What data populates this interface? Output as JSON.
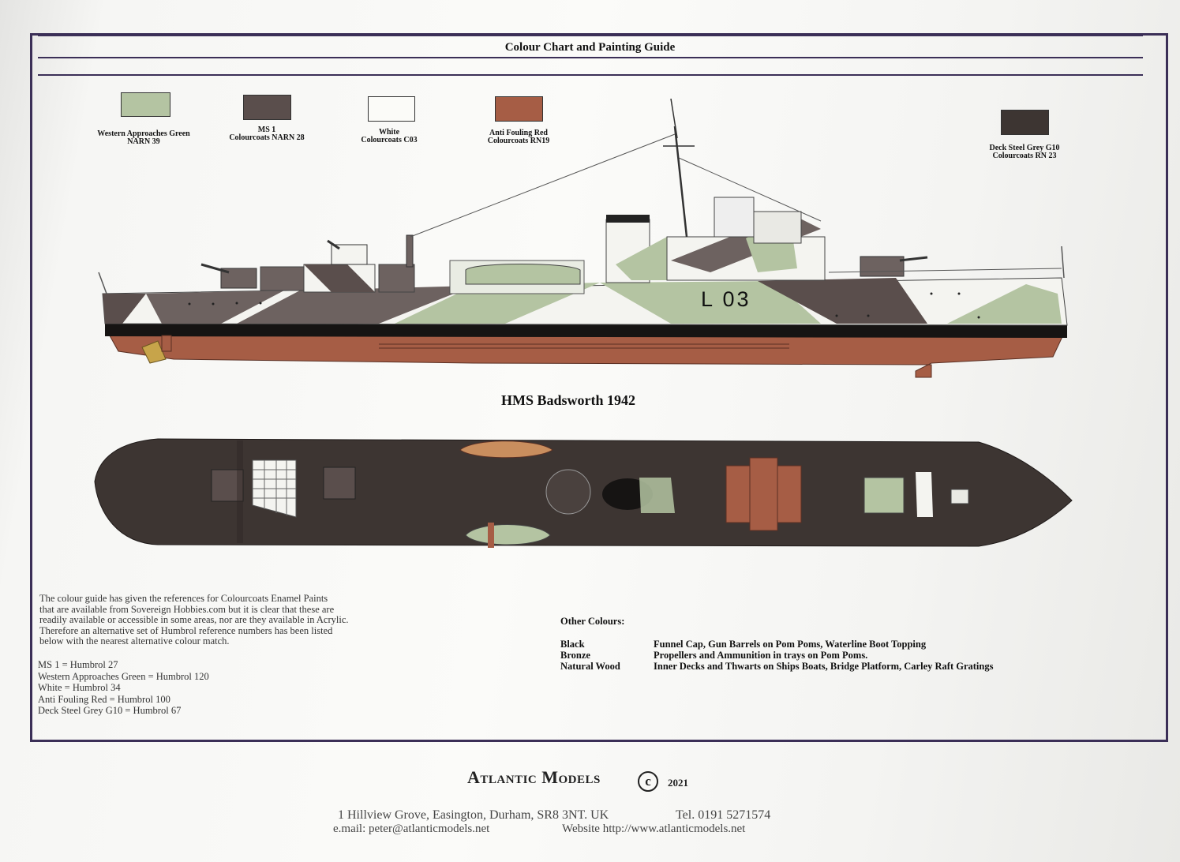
{
  "guide": {
    "title": "Colour Chart and Painting Guide"
  },
  "swatches": [
    {
      "line1": "Western Approaches Green",
      "line2": "NARN 39",
      "color": "#b4c4a2"
    },
    {
      "line1": "MS 1",
      "line2": "Colourcoats NARN 28",
      "color": "#5a4e4c"
    },
    {
      "line1": "White",
      "line2": "Colourcoats C03",
      "color": "#fbfbf8"
    },
    {
      "line1": "Anti Fouling Red",
      "line2": "Colourcoats  RN19",
      "color": "#a65d45"
    },
    {
      "line1": "Deck Steel Grey G10",
      "line2": "Colourcoats  RN 23",
      "color": "#3d3532"
    }
  ],
  "ship": {
    "name": "HMS Badsworth 1942",
    "pennant": "L 03"
  },
  "notes": {
    "paragraph_lines": [
      "The colour guide has given the references for Colourcoats Enamel Paints",
      "that are available from Sovereign Hobbies.com but it is clear that these are",
      "readily available or accessible in some areas, nor are they available in Acrylic.",
      "Therefore an alternative set of Humbrol reference numbers has been listed",
      "below with the nearest alternative colour match."
    ],
    "humbrol": [
      "MS 1 = Humbrol 27",
      "Western Approaches Green = Humbrol 120",
      "White = Humbrol 34",
      "Anti Fouling Red = Humbrol 100",
      "Deck Steel Grey G10 = Humbrol 67"
    ]
  },
  "other_colours": {
    "title": "Other Colours:",
    "rows": [
      {
        "name": "Black",
        "use": "Funnel Cap, Gun Barrels on Pom Poms, Waterline Boot Topping"
      },
      {
        "name": "Bronze",
        "use": "Propellers and Ammunition in trays on  Pom Poms."
      },
      {
        "name": "Natural Wood",
        "use": "Inner Decks and Thwarts on Ships Boats, Bridge Platform,  Carley Raft Gratings"
      }
    ]
  },
  "footer": {
    "brand": "Atlantic Models",
    "copyright_symbol": "c",
    "year": "2021",
    "address": "1 Hillview Grove, Easington, Durham, SR8 3NT. UK",
    "tel": "Tel. 0191 5271574",
    "email": "e.mail: peter@atlanticmodels.net",
    "website": "Website http://www.atlanticmodels.net"
  }
}
